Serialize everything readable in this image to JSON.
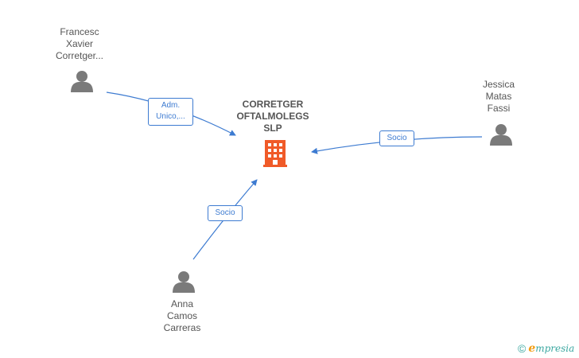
{
  "company": {
    "name_lines": [
      "CORRETGER",
      "OFTALMOLEGS",
      "SLP"
    ],
    "icon": "building-icon",
    "color": "#f05a28"
  },
  "people": [
    {
      "id": "francesc",
      "lines": [
        "Francesc",
        "Xavier",
        "Corretger..."
      ],
      "icon": "person-icon"
    },
    {
      "id": "jessica",
      "lines": [
        "Jessica",
        "Matas",
        "Fassi"
      ],
      "icon": "person-icon"
    },
    {
      "id": "anna",
      "lines": [
        "Anna",
        "Camos",
        "Carreras"
      ],
      "icon": "person-icon"
    }
  ],
  "edges": [
    {
      "from": "francesc",
      "lines": [
        "Adm.",
        "Unico,..."
      ]
    },
    {
      "from": "jessica",
      "lines": [
        "Socio"
      ]
    },
    {
      "from": "anna",
      "lines": [
        "Socio"
      ]
    }
  ],
  "colors": {
    "edge": "#3d7bd1",
    "person": "#7a7a7a",
    "text": "#555555"
  },
  "brand": {
    "copyright": "©",
    "first_letter": "e",
    "rest": "mpresia"
  }
}
